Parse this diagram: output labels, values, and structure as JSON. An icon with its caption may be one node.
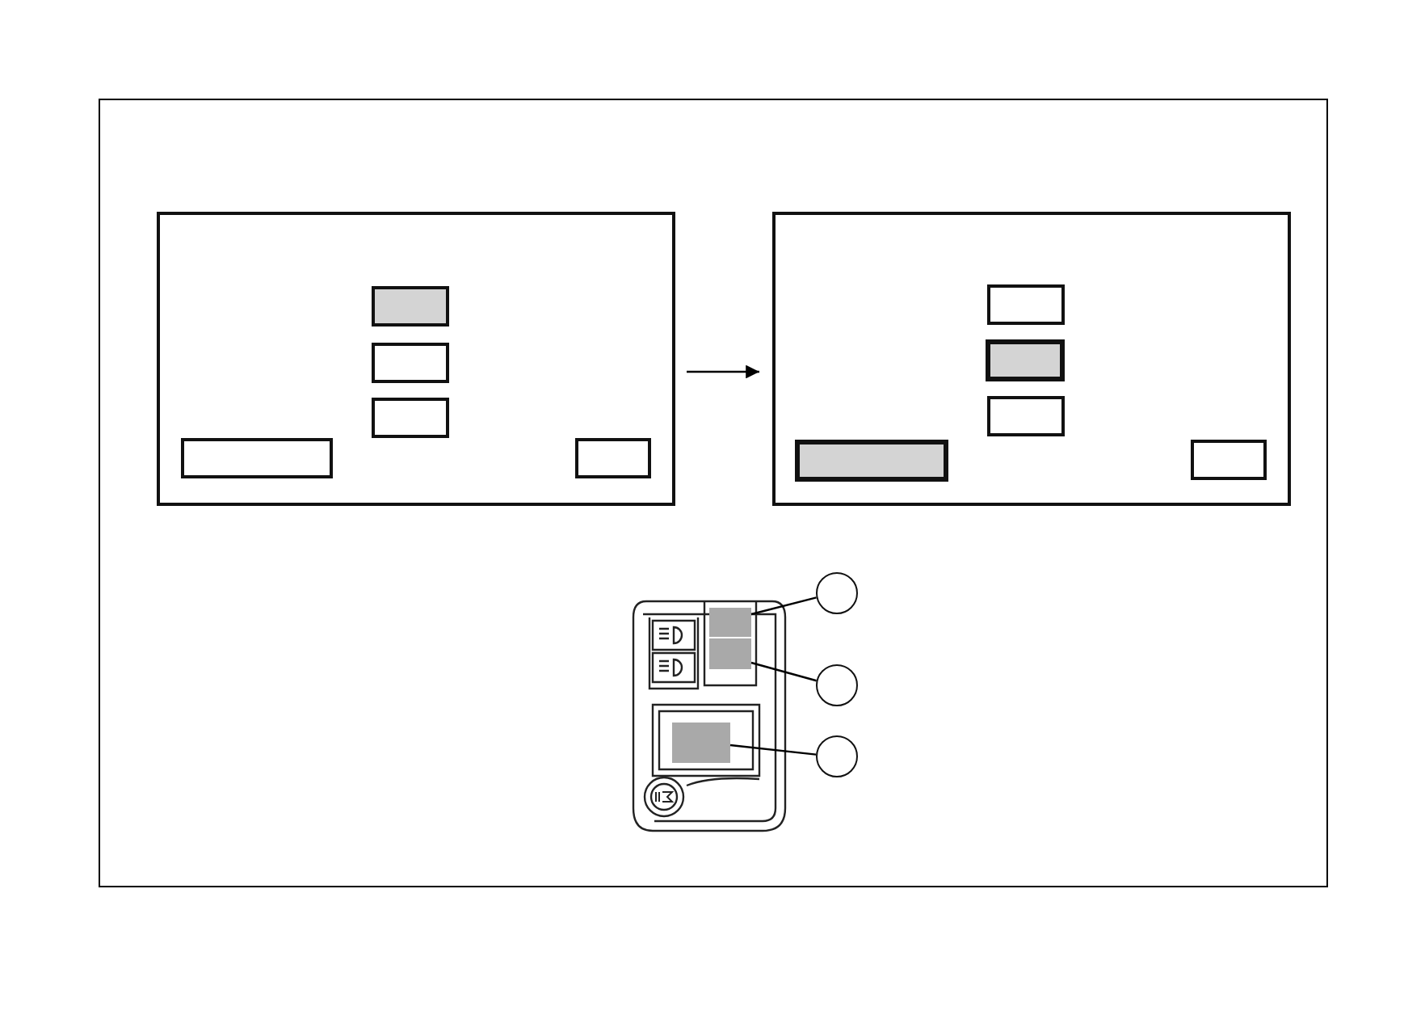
{
  "diagram": {
    "nodes": [
      {
        "text": [],
        "shape": "box"
      },
      {
        "text": [],
        "shape": "box",
        "in": 0
      },
      {
        "text": [],
        "shape": "box",
        "in": 0
      },
      {
        "text": [],
        "shape": "box",
        "in": 0
      },
      {
        "text": [],
        "shape": "box",
        "in": 0
      },
      {
        "text": [],
        "shape": "box",
        "in": 0
      },
      {
        "text": [],
        "shape": "box"
      },
      {
        "text": [],
        "shape": "box",
        "in": 6
      },
      {
        "text": [],
        "shape": "box",
        "in": 6
      },
      {
        "text": [],
        "shape": "box",
        "in": 6
      },
      {
        "text": [],
        "shape": "box",
        "in": 6
      },
      {
        "text": [],
        "shape": "box",
        "in": 6
      },
      {
        "text": [],
        "shape": "picture"
      },
      {
        "text": [],
        "shape": "box",
        "in": 12
      },
      {
        "text": [],
        "shape": "box",
        "in": 12
      },
      {
        "text": [],
        "shape": "box",
        "in": 12
      },
      {
        "text": [],
        "shape": "circle"
      },
      {
        "text": [],
        "shape": "circle"
      },
      {
        "text": [],
        "shape": "circle"
      }
    ],
    "edges": [
      {
        "from": 0,
        "to": 6,
        "arrow": "to"
      },
      {
        "from": 16,
        "to": 13,
        "arrow": "none"
      },
      {
        "from": 17,
        "to": 14,
        "arrow": "none"
      },
      {
        "from": 18,
        "to": 15,
        "arrow": "none"
      }
    ]
  }
}
